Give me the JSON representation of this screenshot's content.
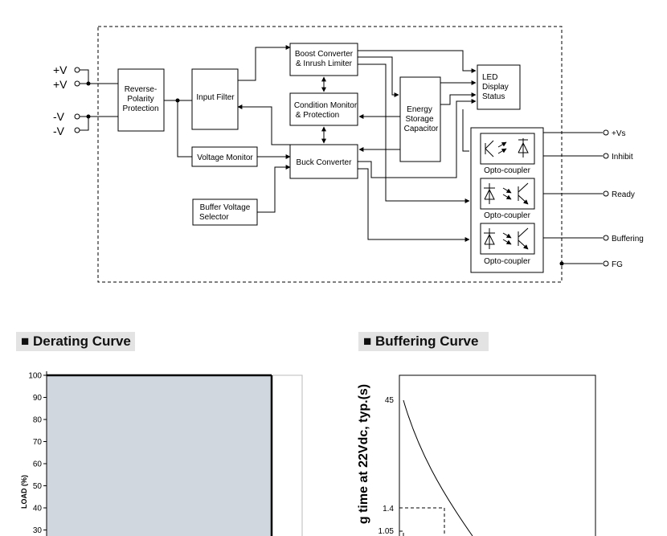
{
  "block_diagram": {
    "inputs": [
      "+V",
      "+V",
      "-V",
      "-V"
    ],
    "blocks": {
      "reverse_polarity": [
        "Reverse-",
        "Polarity",
        "Protection"
      ],
      "input_filter": [
        "Input Filter"
      ],
      "boost_converter": [
        "Boost Converter",
        "& Inrush Limiter"
      ],
      "condition_monitor": [
        "Condition Monitor",
        "& Protection"
      ],
      "energy_storage": [
        "Energy",
        "Storage",
        "Capacitor"
      ],
      "led_display": [
        "LED",
        "Display",
        "Status"
      ],
      "voltage_monitor": [
        "Voltage Monitor"
      ],
      "buck_converter": [
        "Buck Converter"
      ],
      "buffer_voltage_selector": [
        "Buffer  Voltage",
        "Selector"
      ]
    },
    "opto_label": "Opto-coupler",
    "outputs": [
      "+Vs",
      "Inhibit",
      "Ready",
      "Buffering",
      "FG"
    ]
  },
  "derating": {
    "title": "Derating Curve",
    "ylabel": "LOAD (%)"
  },
  "buffering": {
    "title": "Buffering Curve",
    "ylabel": "g time at 22Vdc, typ.(s)"
  },
  "chart_data": [
    {
      "type": "area",
      "title": "Derating Curve",
      "ylabel": "LOAD (%)",
      "y_ticks": [
        100,
        90,
        80,
        70,
        60,
        50,
        40,
        30
      ],
      "ylim": [
        30,
        100
      ],
      "grid": false
    },
    {
      "type": "line",
      "title": "Buffering Curve",
      "ylabel": "g time at 22Vdc, typ.(s)",
      "y_ticks": [
        "45",
        "1.4",
        "1.05"
      ],
      "grid": false
    }
  ]
}
